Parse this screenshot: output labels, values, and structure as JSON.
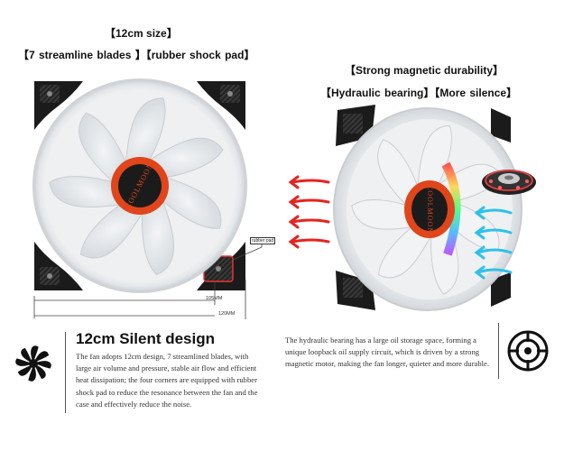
{
  "left_panel": {
    "size_title": "【12cm size】",
    "features_title": "【7 streamline blades 】【rubber shock pad】",
    "rubber_pad_tag": "rubber pad",
    "dim_inner": "105MM",
    "dim_outer": "120MM",
    "hub_brand": "COOLMOON"
  },
  "right_panel": {
    "magnetic_title": "【Strong magnetic durability】",
    "bearing_title": "【Hydraulic bearing】【More silence】",
    "hub_brand": "COOLMOON"
  },
  "silent_section": {
    "title": "12cm Silent design",
    "description": "The fan adopts 12cm design, 7 streamlined blades, with large air volume and pressure, stable air flow and efficient heat dissipation; the four corners are equipped with rubber shock pad to reduce the resonance between the fan and the case and effectively reduce the noise."
  },
  "bearing_section": {
    "description": "The hydraulic bearing has a large oil storage space, forming a unique loopback oil supply circuit, which is driven by a strong magnetic motor, making the fan longer, quieter and more durable."
  },
  "colors": {
    "hub_orange": "#e0451b",
    "frame_dark": "#1b1b1b",
    "arrow_red": "#e52421",
    "arrow_cyan": "#2fc0ea"
  },
  "icons": {
    "silent": "fan-blade-icon",
    "bearing": "bearing-target-icon"
  }
}
